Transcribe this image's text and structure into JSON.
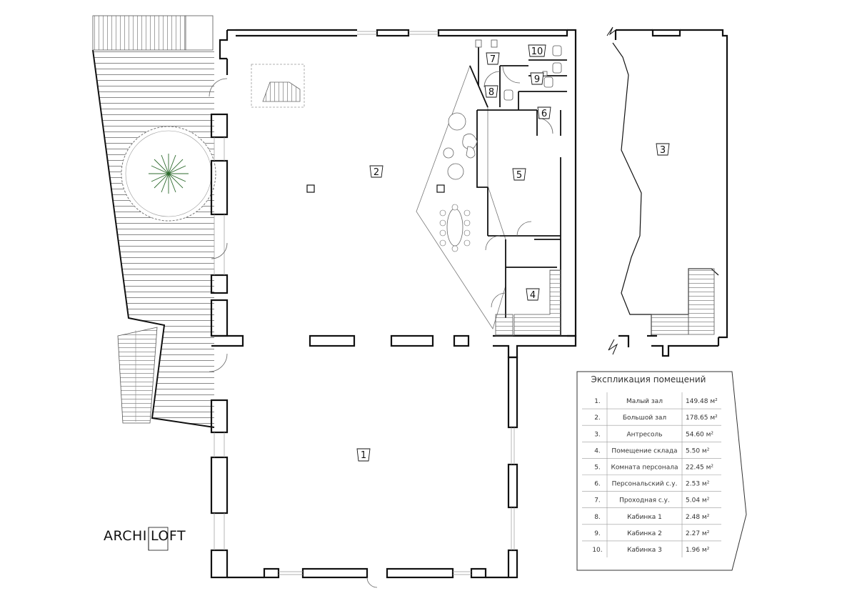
{
  "logo": {
    "part1": "ARCHI",
    "part2": "LOFT"
  },
  "legend": {
    "title": "Экспликация помещений",
    "rows": [
      {
        "num": "1.",
        "name": "Малый зал",
        "area": "149.48 м²"
      },
      {
        "num": "2.",
        "name": "Большой зал",
        "area": "178.65 м²"
      },
      {
        "num": "3.",
        "name": "Антресоль",
        "area": "54.60 м²"
      },
      {
        "num": "4.",
        "name": "Помещение склада",
        "area": "5.50 м²"
      },
      {
        "num": "5.",
        "name": "Комната персонала",
        "area": "22.45  м²"
      },
      {
        "num": "6.",
        "name": "Персональский с.у.",
        "area": "2.53  м²"
      },
      {
        "num": "7.",
        "name": "Проходная с.у.",
        "area": "5.04  м²"
      },
      {
        "num": "8.",
        "name": "Кабинка 1",
        "area": "2.48  м²"
      },
      {
        "num": "9.",
        "name": "Кабинка 2",
        "area": "2.27  м²"
      },
      {
        "num": "10.",
        "name": "Кабинка 3",
        "area": "1.96 м²"
      }
    ]
  },
  "rooms": [
    "1",
    "2",
    "3",
    "4",
    "5",
    "6",
    "7",
    "8",
    "9",
    "10"
  ]
}
